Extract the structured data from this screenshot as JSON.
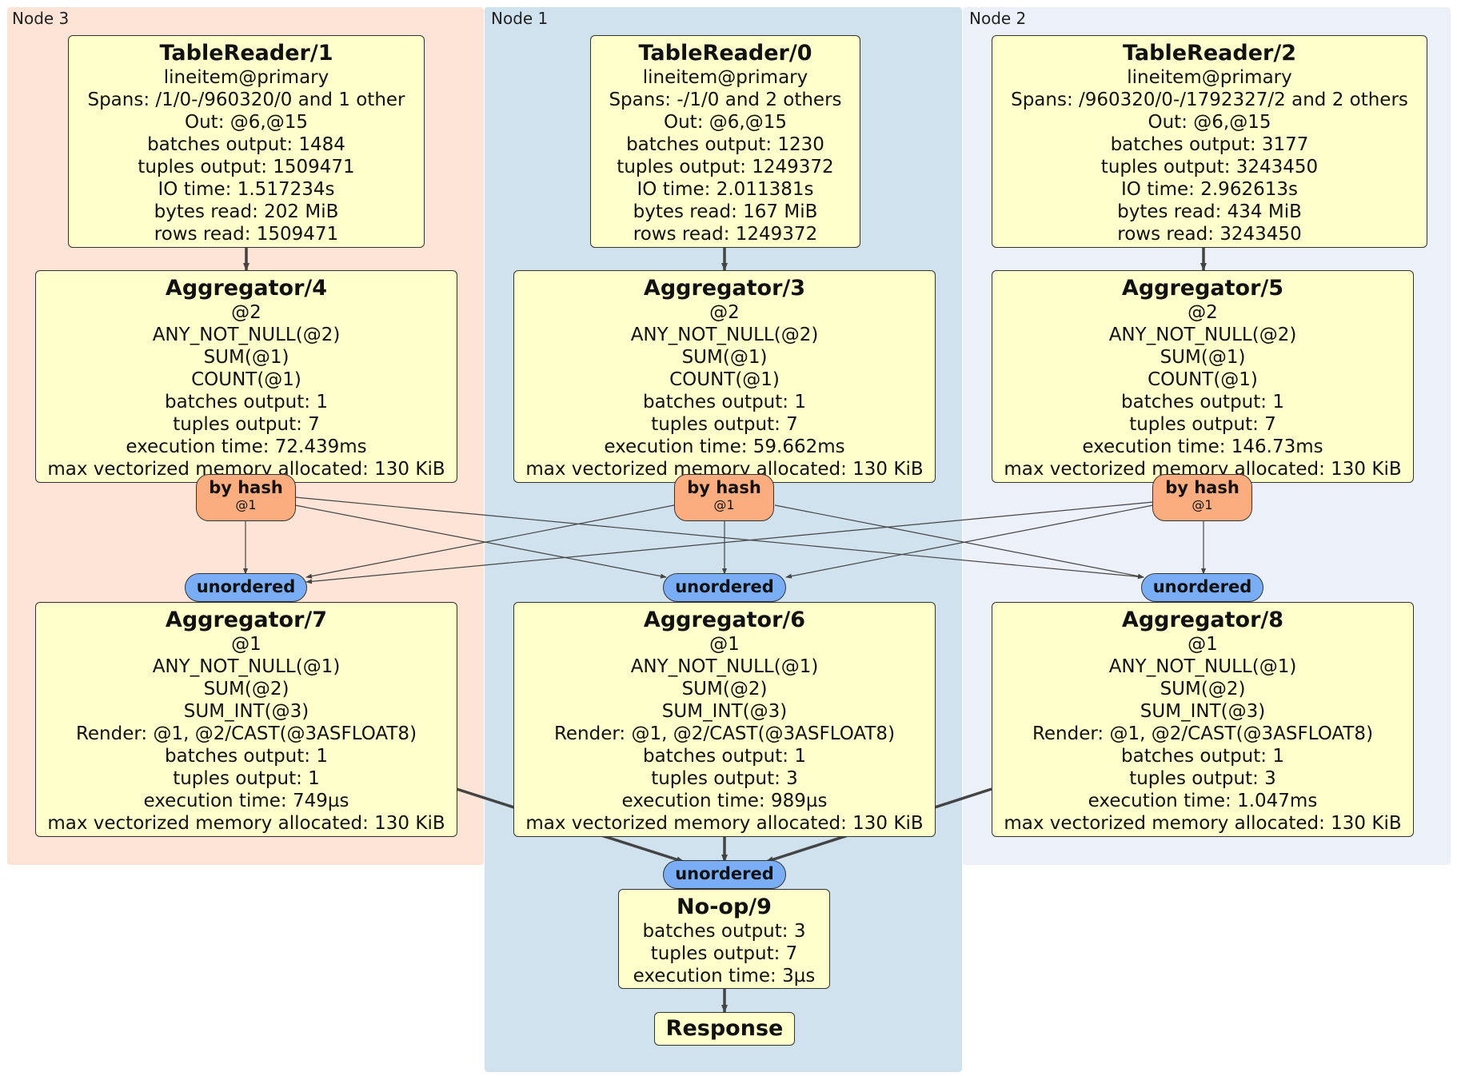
{
  "colors": {
    "node3_bg": "#fde4d6",
    "node1_bg": "#d0e2ed",
    "node2_bg": "#ecf1f9",
    "processor_fill": "#ffffcc",
    "router_fill": "#fcad7f",
    "sync_fill": "#79aef7"
  },
  "nodes": [
    {
      "label": "Node 3"
    },
    {
      "label": "Node 1"
    },
    {
      "label": "Node 2"
    }
  ],
  "processors": {
    "tr1": {
      "title": "TableReader/1",
      "lines": [
        "lineitem@primary",
        "Spans: /1/0-/960320/0 and 1 other",
        "Out: @6,@15",
        "batches output: 1484",
        "tuples output: 1509471",
        "IO time: 1.517234s",
        "bytes read: 202 MiB",
        "rows read: 1509471"
      ]
    },
    "tr0": {
      "title": "TableReader/0",
      "lines": [
        "lineitem@primary",
        "Spans: -/1/0 and 2 others",
        "Out: @6,@15",
        "batches output: 1230",
        "tuples output: 1249372",
        "IO time: 2.011381s",
        "bytes read: 167 MiB",
        "rows read: 1249372"
      ]
    },
    "tr2": {
      "title": "TableReader/2",
      "lines": [
        "lineitem@primary",
        "Spans: /960320/0-/1792327/2 and 2 others",
        "Out: @6,@15",
        "batches output: 3177",
        "tuples output: 3243450",
        "IO time: 2.962613s",
        "bytes read: 434 MiB",
        "rows read: 3243450"
      ]
    },
    "ag4": {
      "title": "Aggregator/4",
      "lines": [
        "@2",
        "ANY_NOT_NULL(@2)",
        "SUM(@1)",
        "COUNT(@1)",
        "batches output: 1",
        "tuples output: 7",
        "execution time: 72.439ms",
        "max vectorized memory allocated: 130 KiB"
      ]
    },
    "ag3": {
      "title": "Aggregator/3",
      "lines": [
        "@2",
        "ANY_NOT_NULL(@2)",
        "SUM(@1)",
        "COUNT(@1)",
        "batches output: 1",
        "tuples output: 7",
        "execution time: 59.662ms",
        "max vectorized memory allocated: 130 KiB"
      ]
    },
    "ag5": {
      "title": "Aggregator/5",
      "lines": [
        "@2",
        "ANY_NOT_NULL(@2)",
        "SUM(@1)",
        "COUNT(@1)",
        "batches output: 1",
        "tuples output: 7",
        "execution time: 146.73ms",
        "max vectorized memory allocated: 130 KiB"
      ]
    },
    "ag7": {
      "title": "Aggregator/7",
      "lines": [
        "@1",
        "ANY_NOT_NULL(@1)",
        "SUM(@2)",
        "SUM_INT(@3)",
        "Render: @1, @2/CAST(@3ASFLOAT8)",
        "batches output: 1",
        "tuples output: 1",
        "execution time: 749µs",
        "max vectorized memory allocated: 130 KiB"
      ]
    },
    "ag6": {
      "title": "Aggregator/6",
      "lines": [
        "@1",
        "ANY_NOT_NULL(@1)",
        "SUM(@2)",
        "SUM_INT(@3)",
        "Render: @1, @2/CAST(@3ASFLOAT8)",
        "batches output: 1",
        "tuples output: 3",
        "execution time: 989µs",
        "max vectorized memory allocated: 130 KiB"
      ]
    },
    "ag8": {
      "title": "Aggregator/8",
      "lines": [
        "@1",
        "ANY_NOT_NULL(@1)",
        "SUM(@2)",
        "SUM_INT(@3)",
        "Render: @1, @2/CAST(@3ASFLOAT8)",
        "batches output: 1",
        "tuples output: 3",
        "execution time: 1.047ms",
        "max vectorized memory allocated: 130 KiB"
      ]
    },
    "noop9": {
      "title": "No-op/9",
      "lines": [
        "batches output: 3",
        "tuples output: 7",
        "execution time: 3µs"
      ]
    }
  },
  "routers": {
    "r4": {
      "title": "by hash",
      "sub": "@1"
    },
    "r3": {
      "title": "by hash",
      "sub": "@1"
    },
    "r5": {
      "title": "by hash",
      "sub": "@1"
    }
  },
  "syncs": {
    "s7": "unordered",
    "s6": "unordered",
    "s8": "unordered",
    "s9": "unordered"
  },
  "response": "Response"
}
